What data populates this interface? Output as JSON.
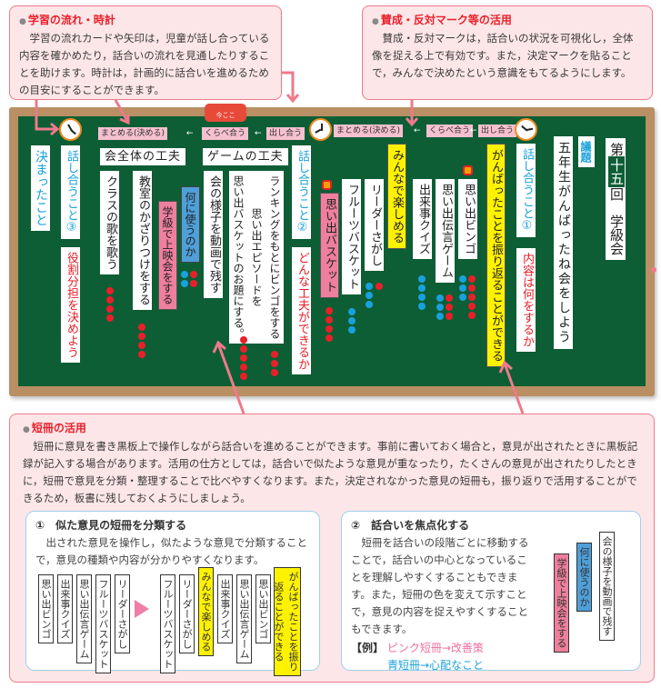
{
  "notes": {
    "flow_clock": {
      "title": "学習の流れ・時計",
      "body": "学習の流れカードや矢印は，児童が話し合っている内容を確かめたり，話合いの流れを見通したりすることを助けます。時計は，計画的に話合いを進めるための目安にすることができます。"
    },
    "marks": {
      "title": "賛成・反対マーク等の活用",
      "body": "賛成・反対マークは，話合いの状況を可視化し，全体像を捉える上で有効です。また，決定マークを貼ることで，みんなで決めたという意識をもてるようにします。"
    },
    "strips": {
      "title": "短冊の活用",
      "body": "短冊に意見を書き黒板上で操作しながら話合いを進めることができます。事前に書いておく場合と，意見が出されたときに黒板記録が記入する場合があります。活用の仕方としては，話合いで似たような意見が重なったり，たくさんの意見が出されたりしたときに，短冊で意見を分類・整理することで比べやすくなります。また，決定されなかった意見の短冊も，振り返りで活用することができるため，板書に残しておくようにしましょう。"
    }
  },
  "board": {
    "bus_label": "今ここ",
    "flow": {
      "summarize": "まとめる(決める)",
      "compare": "くらべ合う",
      "propose": "出し合う",
      "arrow": "←"
    },
    "title": {
      "dai": "第",
      "num": "十五",
      "rest": "回　学級会"
    },
    "agenda_label": "議題",
    "agenda": "五年生がんばったね会をしよう",
    "topic1": "話し合うこと①",
    "topic1_q": "内容は何をするか",
    "topic2": "話し合うこと②",
    "topic2_q": "どんな工夫ができるか",
    "topic3": "話し合うこと③",
    "topic3_q": "役割分担を決めよう",
    "decided": "決まったこと",
    "reason_reflect": "がんばったことを振り返ることができる",
    "reason_fun": "みんなで楽しめる",
    "ideas": [
      "思い出ビンゴ",
      "思い出伝言ゲーム",
      "出来事クイズ",
      "リーダーさがし",
      "フルーツバスケット",
      "思い出バスケット"
    ],
    "header_game": "ゲームの工夫",
    "header_whole": "会全体の工夫",
    "game_ideas": [
      "ランキングをもとにビンゴをする",
      "思い出エピソードを",
      "思い出バスケットのお題にする。",
      "会の様子を動画で残す"
    ],
    "why_label": "何に使うのか",
    "screening": "学級で上映会をする",
    "whole_ideas": [
      "教室のかざりつけをする",
      "クラスの歌を歌う"
    ],
    "votes": {
      "bingo": {
        "blue": 3,
        "red": 5
      },
      "dengon": {
        "blue": 3,
        "red": 3
      },
      "quiz": {
        "blue": 4,
        "red": 0
      },
      "leader": {
        "blue": 3,
        "red": 1
      },
      "fruits": {
        "blue": 3,
        "red": 0
      },
      "memory": {
        "blue": 0,
        "red": 4
      },
      "ranking": {
        "blue": 0,
        "red": 3
      },
      "episode": {
        "blue": 0,
        "red": 5
      },
      "why": {
        "blue": 2,
        "red": 2
      },
      "decor": {
        "blue": 0,
        "red": 4
      },
      "song": {
        "blue": 0,
        "red": 4
      }
    },
    "colors": {
      "blue": "#19a1dc",
      "red": "#e8202a"
    }
  },
  "examples": {
    "ex1": {
      "title": "①　似た意見の短冊を分類する",
      "body": "出された意見を操作し，似たような意見で分類することで，意見の種類や内容が分かりやすくなります。",
      "before": [
        "思い出ビンゴ",
        "出来事クイズ",
        "思い出伝言ゲーム",
        "フルーツバスケット",
        "リーダーさがし"
      ],
      "after": [
        "フルーツバスケット",
        "リーダーさがし",
        "みんなで楽しめる",
        "出来事クイズ",
        "思い出伝言ゲーム",
        "思い出ビンゴ",
        "がんばったことを振り",
        "返ることができる"
      ]
    },
    "ex2": {
      "title": "②　話合いを焦点化する",
      "body": "短冊を話合いの段階ごとに移動することで，話合いの中心となっていることを理解しやすくすることもできます。また，短冊の色を変えて示すことで，意見の内容を捉えやすくすることもできます。",
      "example_label": "【例】",
      "pink_rule": "ピンク短冊→改善策",
      "blue_rule": "青短冊→心配なこと",
      "strips": [
        "会の様子を動画で残す",
        "何に使うのか",
        "学級で上映会をする"
      ]
    }
  }
}
